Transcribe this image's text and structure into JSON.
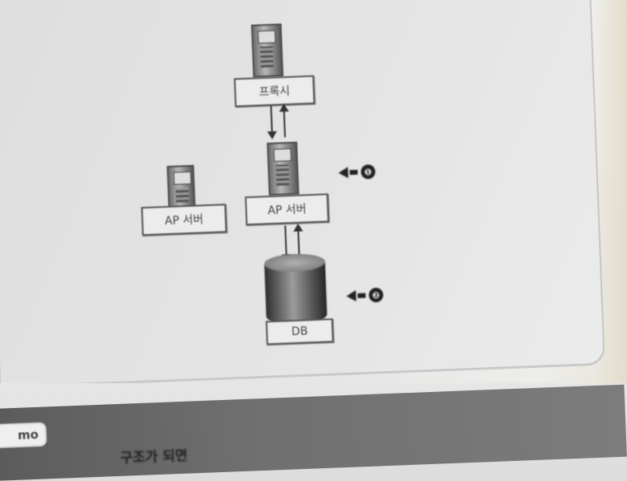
{
  "diagram": {
    "proxy_label": "프록시",
    "ap_server_left_label": "AP 서버",
    "ap_server_right_label": "AP 서버",
    "db_label": "DB",
    "callout_1": "❶",
    "callout_2": "❷"
  },
  "bottom": {
    "tab_label": "mo",
    "caption_fragment": "구조가 되면"
  },
  "colors": {
    "page": "#e4e4e4",
    "panel_border": "#c6c6c6",
    "ink": "#333333",
    "dark_band": "#6a6a6a"
  }
}
